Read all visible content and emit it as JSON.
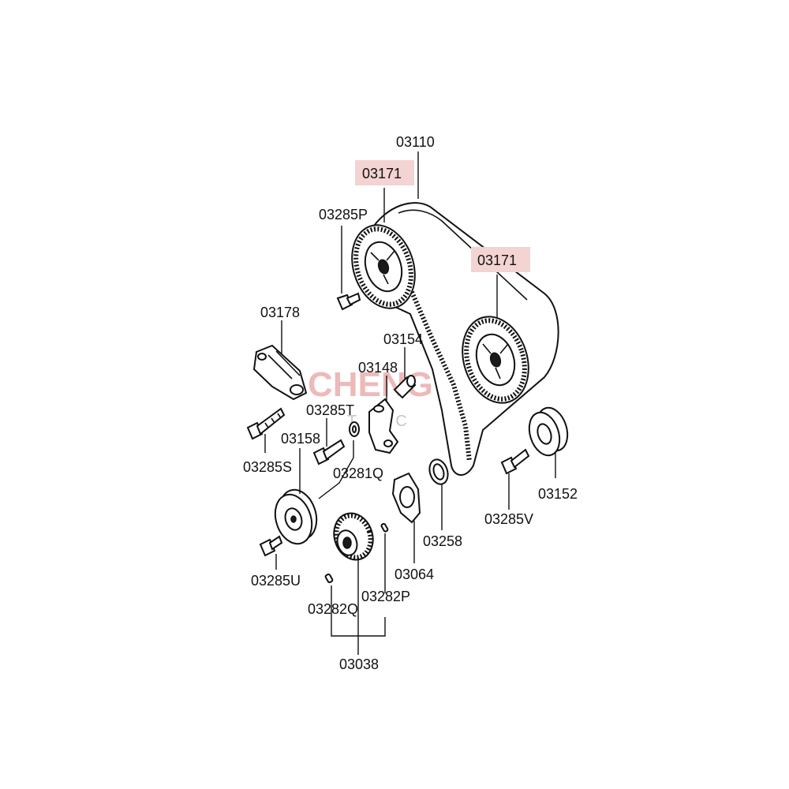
{
  "diagram": {
    "highlight_color": "#f4d3d3",
    "watermark": {
      "brand": "CHENGY",
      "sub": "T C Y"
    },
    "labels": [
      {
        "id": "03110",
        "text": "03110"
      },
      {
        "id": "03171a",
        "text": "03171",
        "highlighted": true
      },
      {
        "id": "03171b",
        "text": "03171",
        "highlighted": true
      },
      {
        "id": "03285P",
        "text": "03285P"
      },
      {
        "id": "03178",
        "text": "03178"
      },
      {
        "id": "03154",
        "text": "03154"
      },
      {
        "id": "03148",
        "text": "03148"
      },
      {
        "id": "03285T",
        "text": "03285T"
      },
      {
        "id": "03158",
        "text": "03158"
      },
      {
        "id": "03285S",
        "text": "03285S"
      },
      {
        "id": "03281Q",
        "text": "03281Q"
      },
      {
        "id": "03152",
        "text": "03152"
      },
      {
        "id": "03285V",
        "text": "03285V"
      },
      {
        "id": "03258",
        "text": "03258"
      },
      {
        "id": "03064",
        "text": "03064"
      },
      {
        "id": "03285U",
        "text": "03285U"
      },
      {
        "id": "03282Q",
        "text": "03282Q"
      },
      {
        "id": "03282P",
        "text": "03282P"
      },
      {
        "id": "03038",
        "text": "03038"
      }
    ]
  }
}
